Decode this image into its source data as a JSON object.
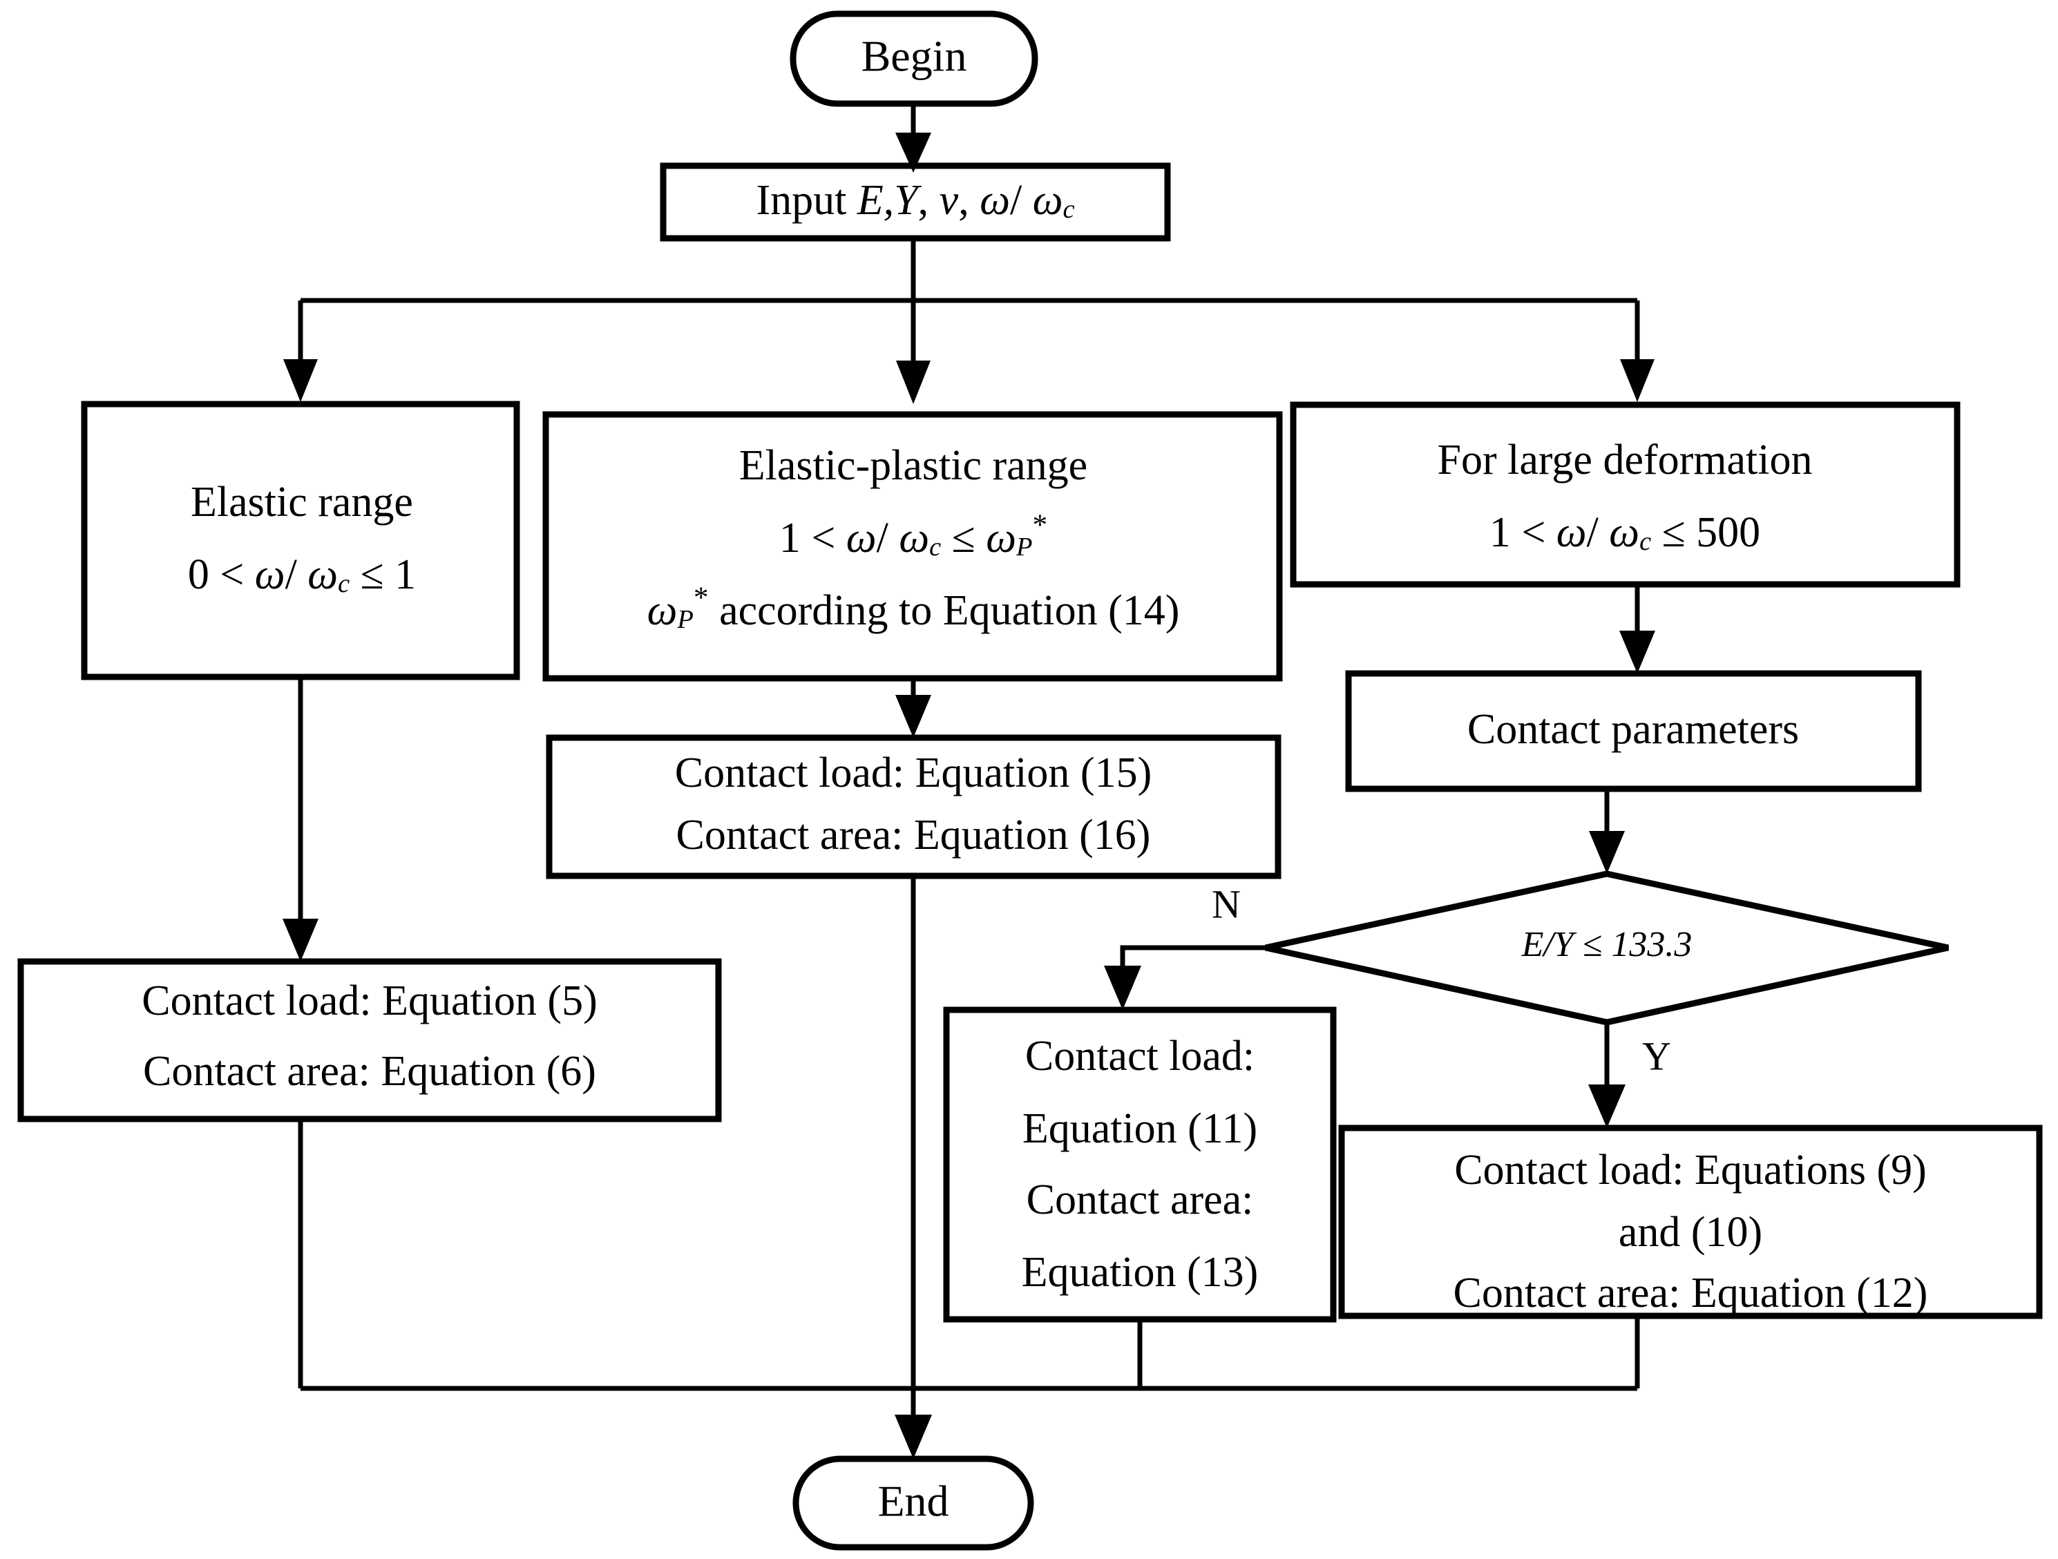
{
  "diagram": {
    "type": "flowchart",
    "title": "Contact model computation flowchart",
    "background": "#ffffff",
    "line_color": "#000000"
  },
  "nodes": {
    "begin": {
      "shape": "terminator",
      "label": "Begin"
    },
    "input": {
      "shape": "process",
      "label_prefix": "Input ",
      "vars": "E,Y, v, ω/ ω",
      "var_sub": "c",
      "label_full": "Input E,Y, v, ω/ ωc"
    },
    "elastic_range": {
      "shape": "process",
      "line1": "Elastic range",
      "line2_parts": {
        "a": "0 < ω/ ω",
        "sub": "c",
        "b": " ≤ 1"
      },
      "line2": "0 < ω/ ωc ≤ 1"
    },
    "elastic_plastic_range": {
      "shape": "process",
      "line1": "Elastic-plastic range",
      "line2_parts": {
        "a": "1 < ω/ ω",
        "sub1": "c",
        "b": " ≤ ω",
        "sub2": "P",
        "sup2": "*"
      },
      "line2": "1 < ω/ ωc ≤ ω*P",
      "line3_parts": {
        "a": "ω",
        "sub": "P",
        "sup": "*",
        "b": " according to Equation (14)"
      },
      "line3": "ω*P according to Equation (14)"
    },
    "large_deformation": {
      "shape": "process",
      "line1": "For large deformation",
      "line2_parts": {
        "a": "1 < ω/ ω",
        "sub": "c",
        "b": " ≤ 500"
      },
      "line2": "1 < ω/ ωc ≤ 500"
    },
    "eq_15_16": {
      "shape": "process",
      "line1": "Contact load: Equation (15)",
      "line2": "Contact area: Equation (16)"
    },
    "contact_parameters": {
      "shape": "process",
      "label": "Contact parameters"
    },
    "decision": {
      "shape": "decision",
      "label": "E/Y ≤ 133.3",
      "expr_lhs": "E/Y",
      "operator": "≤",
      "threshold": "133.3"
    },
    "eq_5_6": {
      "shape": "process",
      "line1": "Contact load: Equation (5)",
      "line2": "Contact area: Equation (6)"
    },
    "eq_11_13": {
      "shape": "process",
      "line1": "Contact load:",
      "line2": "Equation (11)",
      "line3": "Contact area:",
      "line4": "Equation (13)"
    },
    "eq_9_10_12": {
      "shape": "process",
      "line1": "Contact load: Equations (9)",
      "line2": "and (10)",
      "line3": "Contact area: Equation (12)"
    },
    "end": {
      "shape": "terminator",
      "label": "End"
    }
  },
  "edge_labels": {
    "decision_no": "N",
    "decision_yes": "Y"
  },
  "edges": [
    {
      "from": "begin",
      "to": "input",
      "label": ""
    },
    {
      "from": "input",
      "to": "elastic_range",
      "label": ""
    },
    {
      "from": "input",
      "to": "elastic_plastic_range",
      "label": ""
    },
    {
      "from": "input",
      "to": "large_deformation",
      "label": ""
    },
    {
      "from": "elastic_range",
      "to": "eq_5_6",
      "label": ""
    },
    {
      "from": "elastic_plastic_range",
      "to": "eq_15_16",
      "label": ""
    },
    {
      "from": "large_deformation",
      "to": "contact_parameters",
      "label": ""
    },
    {
      "from": "contact_parameters",
      "to": "decision",
      "label": ""
    },
    {
      "from": "decision",
      "to": "eq_11_13",
      "label": "N"
    },
    {
      "from": "decision",
      "to": "eq_9_10_12",
      "label": "Y"
    },
    {
      "from": "eq_5_6",
      "to": "end",
      "label": ""
    },
    {
      "from": "eq_15_16",
      "to": "end",
      "label": ""
    },
    {
      "from": "eq_11_13",
      "to": "end",
      "label": ""
    },
    {
      "from": "eq_9_10_12",
      "to": "end",
      "label": ""
    }
  ]
}
